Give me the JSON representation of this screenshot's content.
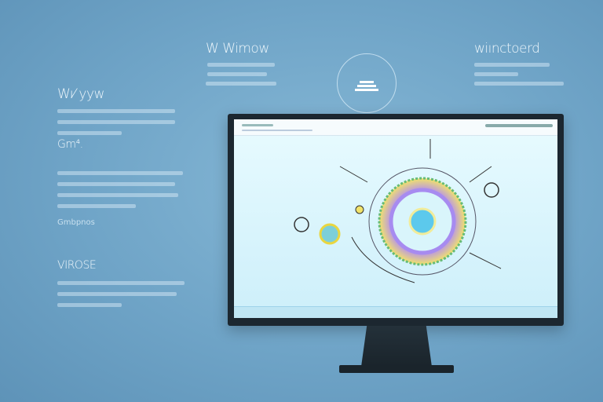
{
  "headings": {
    "top_center": "W Wimow",
    "left_1": "Wı⁄ yyw",
    "left_2": "Gm⁴.",
    "left_3": "VIROSE",
    "top_right": "wiınctoerd",
    "left_small": "Gmbpnos"
  },
  "colors": {
    "background": "#6fa4c7",
    "bezel": "#1c2730",
    "screen": "#d6f3fb",
    "accent": "#b48cf0"
  },
  "icons": {
    "logo": "stack-icon"
  }
}
